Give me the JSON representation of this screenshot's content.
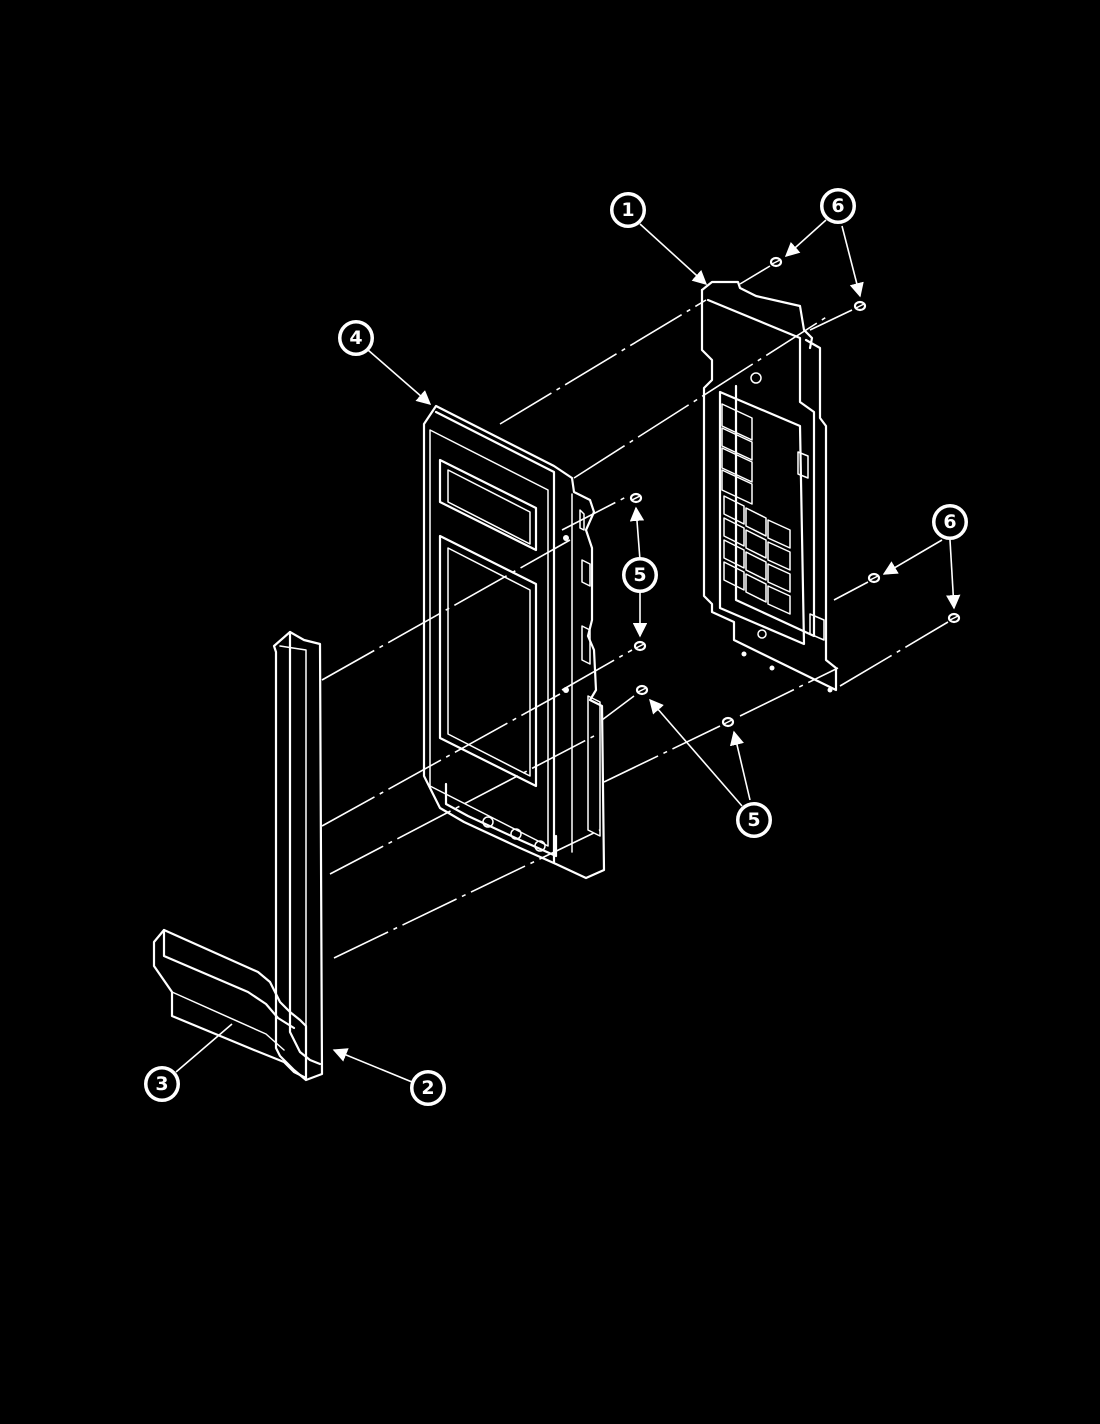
{
  "callouts": [
    {
      "id": "c1",
      "label": "1"
    },
    {
      "id": "c6a",
      "label": "6"
    },
    {
      "id": "c4",
      "label": "4"
    },
    {
      "id": "c5a",
      "label": "5"
    },
    {
      "id": "c6b",
      "label": "6"
    },
    {
      "id": "c5b",
      "label": "5"
    },
    {
      "id": "c3",
      "label": "3"
    },
    {
      "id": "c2",
      "label": "2"
    }
  ],
  "colors": {
    "background": "#000000",
    "linework": "#ffffff"
  }
}
